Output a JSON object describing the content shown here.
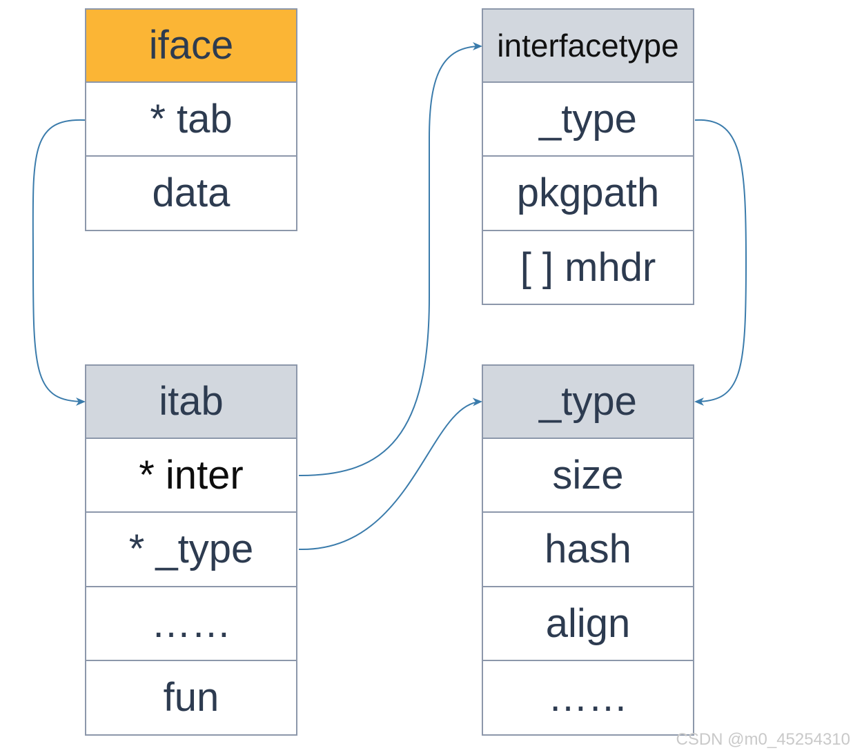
{
  "structs": {
    "iface": {
      "title": "iface",
      "fields": [
        "* tab",
        "data"
      ]
    },
    "itab": {
      "title": "itab",
      "fields": [
        "* inter",
        "* _type",
        "……",
        "fun"
      ]
    },
    "interfacetype": {
      "title": "interfacetype",
      "fields": [
        "_type",
        "pkgpath",
        "[ ] mhdr"
      ]
    },
    "type": {
      "title": "_type",
      "fields": [
        "size",
        "hash",
        "align",
        "……"
      ]
    }
  },
  "colors": {
    "header_accent": "#fbb535",
    "header_default": "#d2d7de",
    "border": "#8c97aa",
    "arrow": "#3a7bab",
    "text": "#2d3b50"
  },
  "watermark": "CSDN @m0_45254310"
}
